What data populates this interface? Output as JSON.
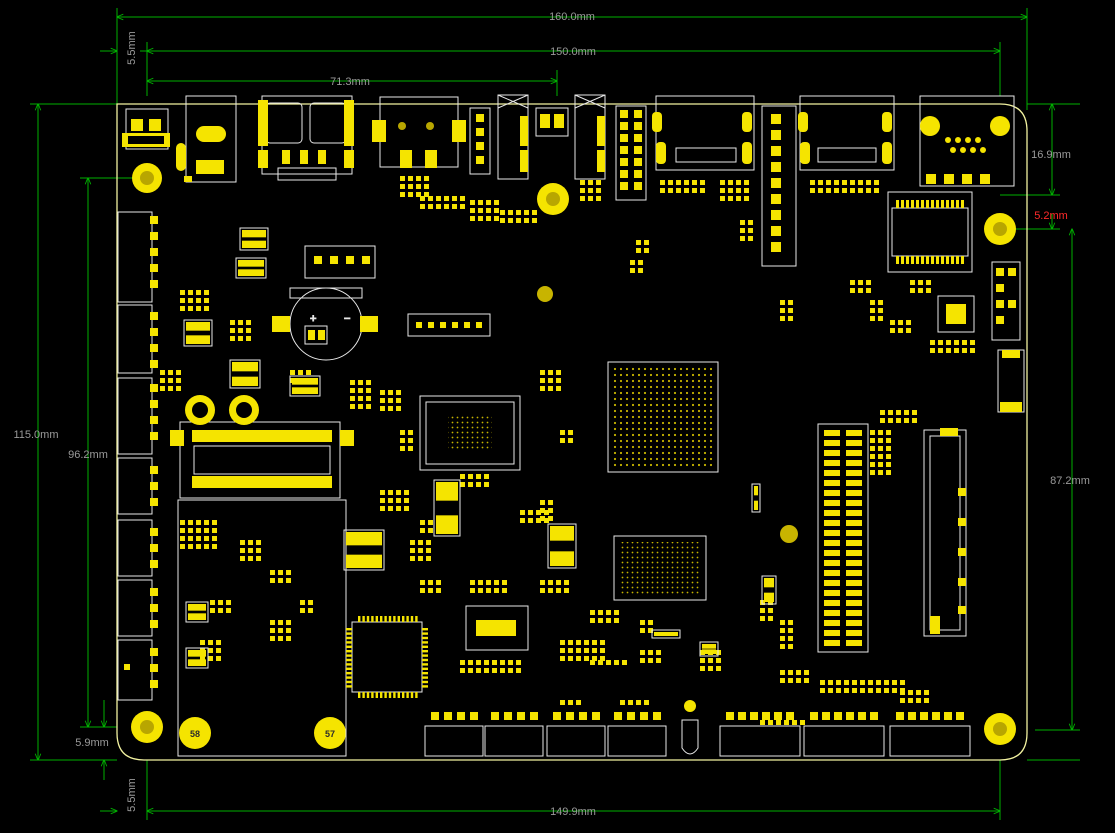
{
  "colors": {
    "background": "#000000",
    "board_outline": "#f2f2a0",
    "pad": "#f5e400",
    "pad_dark": "#c8b400",
    "silkscreen": "#e8e8e8",
    "dimension_line": "#00b000",
    "dimension_text": "#9a9a9a",
    "highlight_text": "#ff2a2a",
    "bga_dot": "#c8b400"
  },
  "dimensions": {
    "width_160": "160.0mm",
    "width_150": "150.0mm",
    "width_71_3": "71.3mm",
    "width_149_9": "149.9mm",
    "left_top_5_5": "5.5mm",
    "left_bottom_5_5": "5.5mm",
    "height_115": "115.0mm",
    "height_96_2": "96.2mm",
    "bottom_5_9": "5.9mm",
    "right_16_9": "16.9mm",
    "right_5_2": "5.2mm",
    "right_87_2": "87.2mm"
  },
  "mounting_hole_labels": {
    "bottom_left_a": "58",
    "bottom_left_b": "57"
  },
  "board_markings": {
    "rtc_battery_plus": "+",
    "rtc_battery_minus": "−"
  }
}
